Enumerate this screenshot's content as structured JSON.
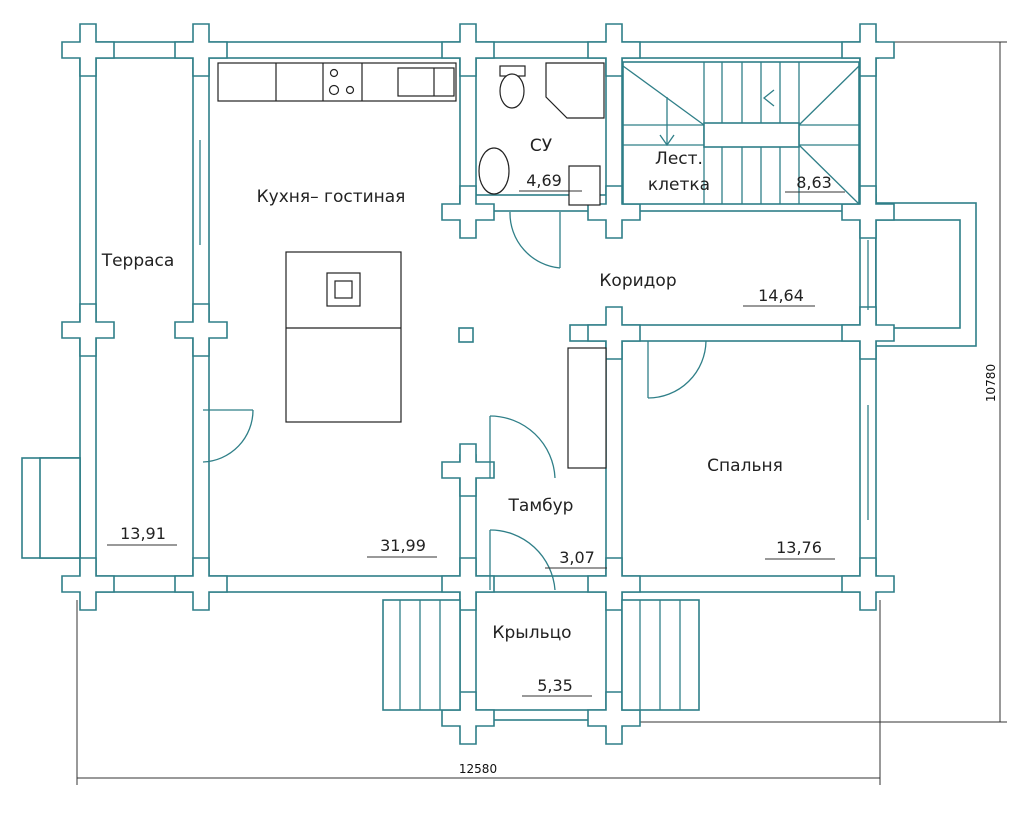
{
  "plan": {
    "rooms": [
      {
        "name": "Терраса",
        "area": "13,91"
      },
      {
        "name": "Кухня– гостиная",
        "area": "31,99"
      },
      {
        "name": "СУ",
        "area": "4,69"
      },
      {
        "name": "Лест.",
        "name2": "клетка",
        "area": "8,63"
      },
      {
        "name": "Коридор",
        "area": "14,64"
      },
      {
        "name": "Спальня",
        "area": "13,76"
      },
      {
        "name": "Тамбур",
        "area": "3,07"
      },
      {
        "name": "Крыльцо",
        "area": "5,35"
      }
    ],
    "dimensions": {
      "width": "12580",
      "height": "10780"
    },
    "colors": {
      "wall": "#2f7f88",
      "furniture": "#222222"
    }
  }
}
